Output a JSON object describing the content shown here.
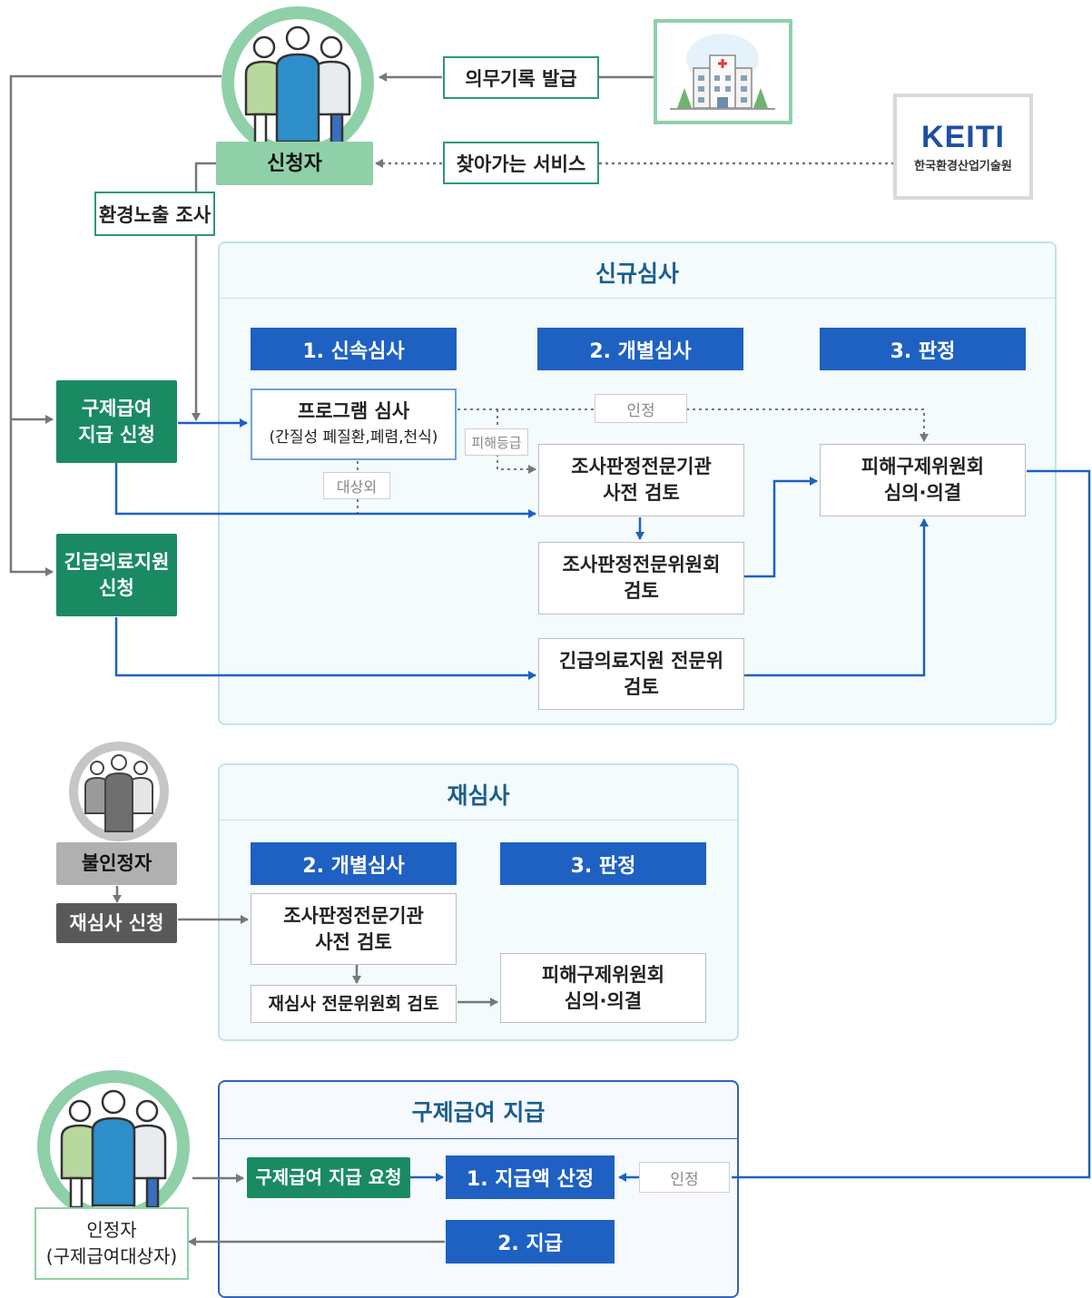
{
  "top": {
    "medical_record": "의무기록 발급",
    "visit_service": "찾아가는 서비스",
    "env_survey": "환경노출 조사",
    "applicant": "신청자",
    "keiti_logo": "KEITI",
    "keiti_name": "한국환경산업기술원"
  },
  "left": {
    "relief_apply_l1": "구제급여",
    "relief_apply_l2": "지급 신청",
    "emergency_apply_l1": "긴급의료지원",
    "emergency_apply_l2": "신청",
    "rejected": "불인정자",
    "re_apply": "재심사 신청",
    "approved_l1": "인정자",
    "approved_l2": "(구제급여대상자)"
  },
  "new_review": {
    "title": "신규심사",
    "step1": "1. 신속심사",
    "step2": "2. 개별심사",
    "step3": "3. 판정",
    "program_l1": "프로그램 심사",
    "program_l2": "(간질성 폐질환,폐렴,천식)",
    "label_approved": "인정",
    "label_damage_grade": "피해등급",
    "label_excluded": "대상외",
    "agency_l1": "조사판정전문기관",
    "agency_l2": "사전 검토",
    "committee_l1": "조사판정전문위원회",
    "committee_l2": "검토",
    "emergency_l1": "긴급의료지원 전문위",
    "emergency_l2": "검토",
    "decision_l1": "피해구제위원회",
    "decision_l2": "심의·의결"
  },
  "re_review": {
    "title": "재심사",
    "step2": "2. 개별심사",
    "step3": "3. 판정",
    "agency_l1": "조사판정전문기관",
    "agency_l2": "사전 검토",
    "committee": "재심사 전문위원회 검토",
    "decision_l1": "피해구제위원회",
    "decision_l2": "심의·의결"
  },
  "payment": {
    "title": "구제급여 지급",
    "request": "구제급여 지급 요청",
    "calc": "1. 지급액 산정",
    "label_approved": "인정",
    "pay": "2. 지급"
  },
  "colors": {
    "green": "#1a8a63",
    "blue": "#1e61c2",
    "panel_border": "#bfe3ea",
    "arrow_gray": "#777777",
    "arrow_blue": "#1e61c2"
  }
}
